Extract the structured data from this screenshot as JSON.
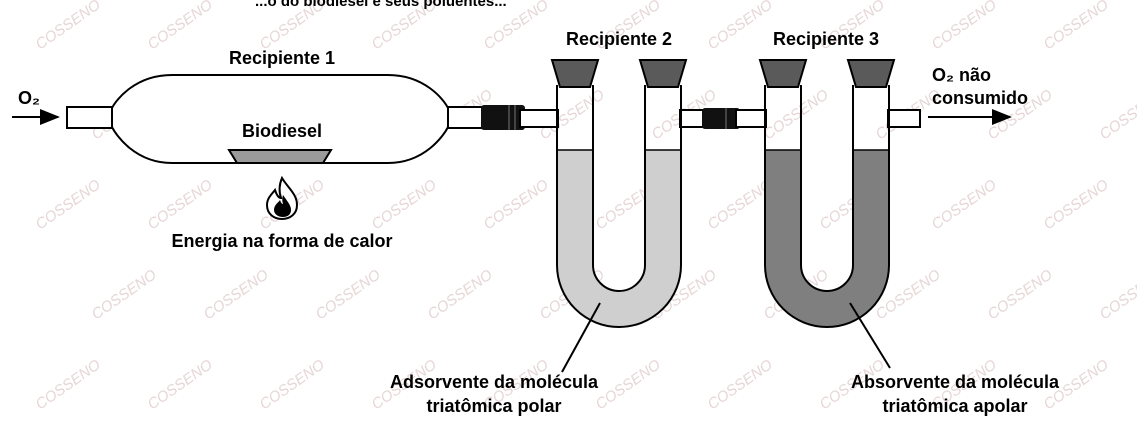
{
  "header_text": "...o do biodiesel e seus poluentes...",
  "watermark": "COSSENO",
  "colors": {
    "polar_adsorbent": "#cfcfcf",
    "apolar_absorbent": "#7f7f7f",
    "biodiesel": "#9a9a9a",
    "stopper": "#5a5a5a",
    "connector": "#111111"
  },
  "labels": {
    "o2_in": "O₂",
    "recipiente_1": "Recipiente 1",
    "biodiesel": "Biodiesel",
    "energia": "Energia na forma de calor",
    "recipiente_2": "Recipiente 2",
    "recipiente_3": "Recipiente 3",
    "o2_out_line1": "O₂ não",
    "o2_out_line2": "consumido",
    "adsorvente_line1": "Adsorvente da molécula",
    "adsorvente_line2": "triatômica polar",
    "absorvente_line1": "Absorvente da molécula",
    "absorvente_line2": "triatômica apolar"
  },
  "icons": {
    "flame": "fire-icon"
  }
}
